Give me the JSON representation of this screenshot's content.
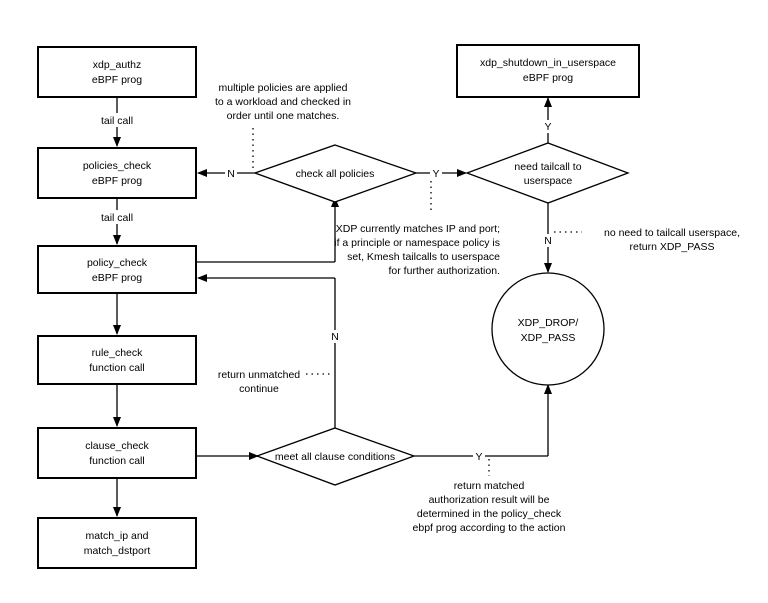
{
  "nodes": {
    "xdp_authz": [
      "xdp_authz",
      "eBPF prog"
    ],
    "policies_check": [
      "policies_check",
      "eBPF prog"
    ],
    "policy_check": [
      "policy_check",
      "eBPF prog"
    ],
    "rule_check": [
      "rule_check",
      "function call"
    ],
    "clause_check": [
      "clause_check",
      "function call"
    ],
    "match_ip": [
      "match_ip and",
      "match_dstport"
    ],
    "shutdown": [
      "xdp_shutdown_in_userspace",
      "eBPF prog"
    ],
    "check_all_policies": "check all policies",
    "need_tailcall": [
      "need tailcall to",
      "userspace"
    ],
    "meet_all_clause": "meet all clause conditions",
    "result": [
      "XDP_DROP/",
      "XDP_PASS"
    ]
  },
  "edge_labels": {
    "tail_call_1": "tail call",
    "tail_call_2": "tail call",
    "n_policies": "N",
    "y_policies": "Y",
    "y_shutdown": "Y",
    "n_result": "N",
    "n_clause": "N",
    "y_clause": "Y"
  },
  "annotations": {
    "multiple_policies": [
      "multiple policies are applied",
      "to a workload and checked in",
      "order until one matches."
    ],
    "xdp_matches": [
      "XDP currently matches IP and port;",
      "if a principle or namespace policy is",
      "set, Kmesh tailcalls to userspace",
      "for further authorization."
    ],
    "no_need_tailcall": [
      "no need to tailcall userspace,",
      "return XDP_PASS"
    ],
    "return_unmatched": [
      "return unmatched",
      "continue"
    ],
    "return_matched": [
      "return matched",
      "authorization result will be",
      "determined in the policy_check",
      "ebpf prog according to the action"
    ]
  }
}
